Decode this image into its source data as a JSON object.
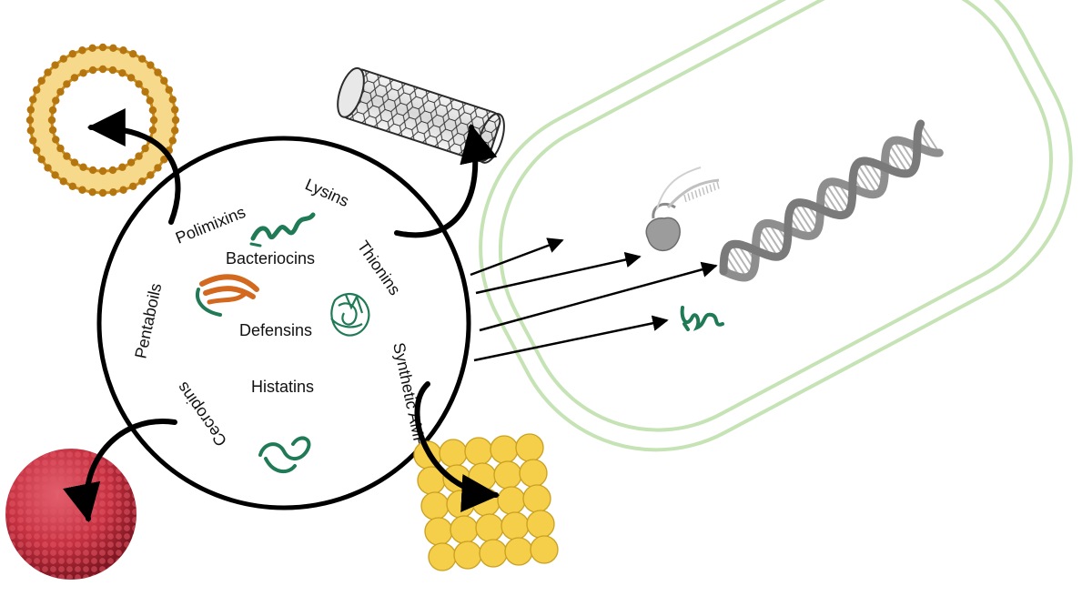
{
  "labels": {
    "polimixins": "Polimixins",
    "lysins": "Lysins",
    "thionins": "Thionins",
    "bacteriocins": "Bacteriocins",
    "pentaboils": "Pentaboils",
    "defensins": "Defensins",
    "histatins": "Histatins",
    "cecropins": "Cecropins",
    "synthetic_amps": "Synthetic AMPs"
  },
  "colors": {
    "circle": "#000000",
    "arrow": "#000000",
    "bacterium_outline": "#c6e3b5",
    "liposome_shell": "#c98a1a",
    "liposome_fill": "#f7d98c",
    "liposome_dot": "#b5760f",
    "nanotube": "#2b2b2b",
    "polymer_sphere": "#c43040",
    "gold_particle": "#f6cf4a",
    "gold_edge": "#c9a020",
    "peptide_green": "#1f7a55",
    "sheet_orange": "#d2691e",
    "dna_gray": "#8e8e8e"
  }
}
